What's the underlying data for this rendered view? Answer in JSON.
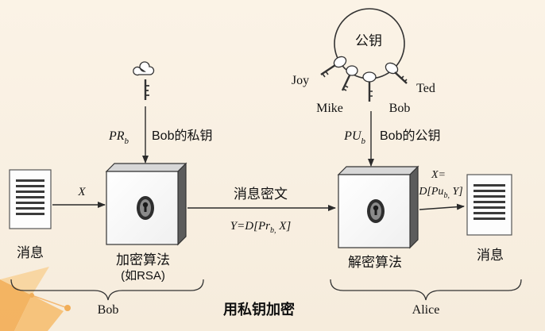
{
  "doc": {
    "sender_msg_label": "消息",
    "receiver_msg_label": "消息",
    "x_label": "X",
    "enc_label": "加密算法",
    "enc_sub": "(如RSA)",
    "dec_label": "解密算法",
    "cipher_label": "消息密文",
    "cipher_formula_prefix": "Y=D[",
    "cipher_formula_pr": "Pr",
    "cipher_formula_sub": "b,",
    "cipher_formula_suffix": " X]",
    "pr_key_main": "PR",
    "pr_key_sub": "b",
    "pr_key_desc": "Bob的私钥",
    "pu_key_main": "PU",
    "pu_key_sub": "b",
    "pu_key_desc": "Bob的公钥",
    "pubring_label": "公钥",
    "names": {
      "joy": "Joy",
      "mike": "Mike",
      "bob": "Bob",
      "ted": "Ted"
    },
    "out_formula_line1": "X=",
    "out_formula_line2_prefix": "D[",
    "out_formula_line2_pu": "Pu",
    "out_formula_line2_sub": "b,",
    "out_formula_line2_suffix": " Y]",
    "bob_group_label": "Bob",
    "alice_group_label": "Alice",
    "title": "用私钥加密"
  }
}
